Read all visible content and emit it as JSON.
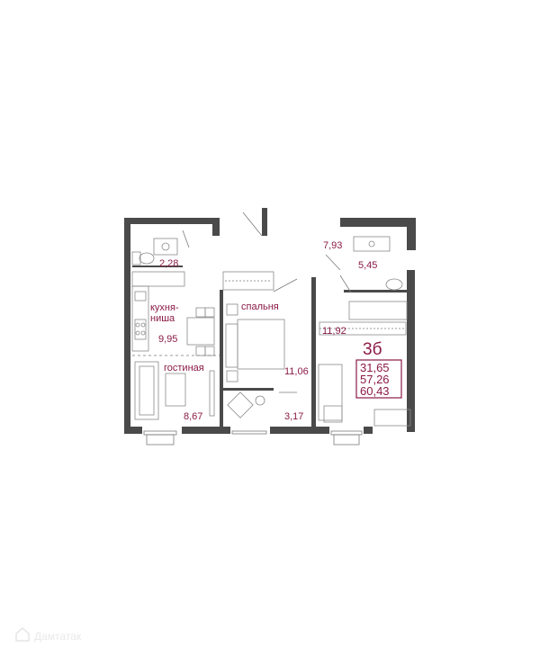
{
  "apartment": {
    "id": "3б",
    "areas": [
      "31,65",
      "57,26",
      "60,43"
    ]
  },
  "rooms": {
    "bathroom_1_area": "2,28",
    "kitchen_label_1": "кухня-",
    "kitchen_label_2": "ниша",
    "kitchen_area": "9,95",
    "living_label": "гостиная",
    "living_area": "8,67",
    "bedroom_label": "спальня",
    "bedroom_area": "11,06",
    "hall_area": "7,93",
    "bathroom_2_area": "5,45",
    "corridor_area": "11,92",
    "wardrobe_area": "3,17"
  },
  "watermark": "Дамтатак",
  "colors": {
    "accent": "#8a1a45",
    "wall": "#4a4a4a",
    "line": "#8a8a8a"
  }
}
